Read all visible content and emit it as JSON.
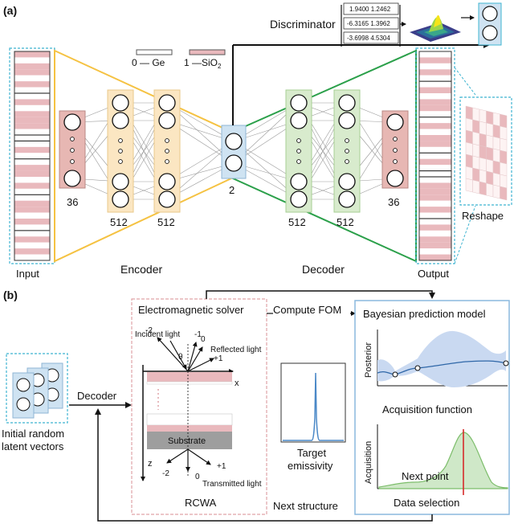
{
  "panel_a": {
    "label": "(a)",
    "legend": {
      "ge": "0 — Ge",
      "sio2": "1 —SiO",
      "sio2_sub": "2"
    },
    "input_label": "Input",
    "output_label": "Output",
    "reshape_label": "Reshape",
    "encoder_label": "Encoder",
    "decoder_label": "Decoder",
    "discriminator_label": "Discriminator",
    "disc_values": [
      "1.9400 1.2462",
      "-6.3165 1.3962",
      "-3.6998 4.5304"
    ],
    "layer_sizes": {
      "enc1": "36",
      "enc2": "512",
      "enc3": "512",
      "latent": "2",
      "dec1": "512",
      "dec2": "512",
      "dec3": "36"
    },
    "strip_pattern": [
      1,
      0,
      1,
      1,
      0,
      1,
      0,
      0,
      1,
      0,
      1,
      1,
      1,
      0,
      0,
      0,
      1,
      0,
      0,
      1,
      1,
      0,
      1,
      0,
      0,
      1,
      1,
      0,
      1,
      0,
      0,
      1,
      0,
      1,
      0
    ]
  },
  "panel_b": {
    "label": "(b)",
    "init_label_1": "Initial random",
    "init_label_2": "latent vectors",
    "decoder_label": "Decoder",
    "em_solver_title": "Electromagnetic solver",
    "incident_light": "Incident light",
    "reflected_light": "Reflected light",
    "transmitted_light": "Transmitted light",
    "orders_top": [
      "-2",
      "-1",
      "0",
      "+1"
    ],
    "orders_bottom": [
      "-2",
      "0",
      "+1"
    ],
    "theta": "θ",
    "axis_x": "x",
    "axis_z": "z",
    "substrate": "Substrate",
    "rcwa": "RCWA",
    "compute_fom": "Compute FOM",
    "target_1": "Target",
    "target_2": "emissivity",
    "next_structure": "Next structure",
    "bayes_title": "Bayesian prediction model",
    "posterior": "Posterior",
    "acq_function": "Acquisition function",
    "acquisition": "Acquisition",
    "next_point": "Next point",
    "data_selection": "Data selection"
  },
  "colors": {
    "pink": "#e9b9bd",
    "yellow": "#f5c242",
    "green": "#2ba04a",
    "blue_dash": "#3fb4d1",
    "latent_fill": "#cfe3f2",
    "enc_fill": "#fbe6c2",
    "dec_fill": "#d8ebcd",
    "end_fill": "#e7b7b3",
    "red_dash": "#e0a3a8",
    "bayes_border": "#8ab8de"
  }
}
